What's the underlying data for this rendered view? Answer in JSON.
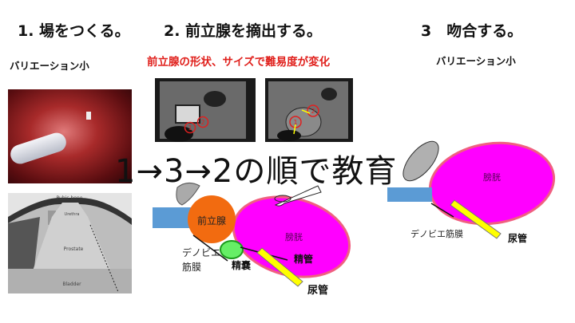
{
  "steps": {
    "step1": "1. 場をつくる。",
    "step2": "2.  前立腺を摘出する。",
    "step3": "3　吻合する。"
  },
  "notes": {
    "left": "バリエーション小",
    "middle": "前立腺の形状、サイズで難易度が変化",
    "right": "バリエーション小"
  },
  "headline": "1→3→2の順で教育",
  "anatomy_diagram": {
    "pubic_bone": "Pubic bone",
    "urethra": "Urethra",
    "prostate": "Prostate",
    "bladder": "Bladder"
  },
  "mri": {
    "marker1": "1",
    "marker2": "2"
  },
  "middle_diagram": {
    "prostate": "前立腺",
    "bladder": "膀胱",
    "denonvilliers_1": "デノビエ",
    "denonvilliers_2": "筋膜",
    "seminal_vesicle": "精嚢",
    "vas_deferens": "精管",
    "ureter": "尿管"
  },
  "right_diagram": {
    "bladder": "膀胱",
    "denonvilliers": "デノビエ筋膜",
    "ureter": "尿管"
  },
  "colors": {
    "prostate": "#f26b10",
    "bladder": "#ff00ff",
    "bladder_outline": "#f06080",
    "urethra_bar": "#5b9bd5",
    "seminal_vesicle": "#66ee66",
    "ureter": "#ffff00",
    "red_text": "#e0201c"
  }
}
